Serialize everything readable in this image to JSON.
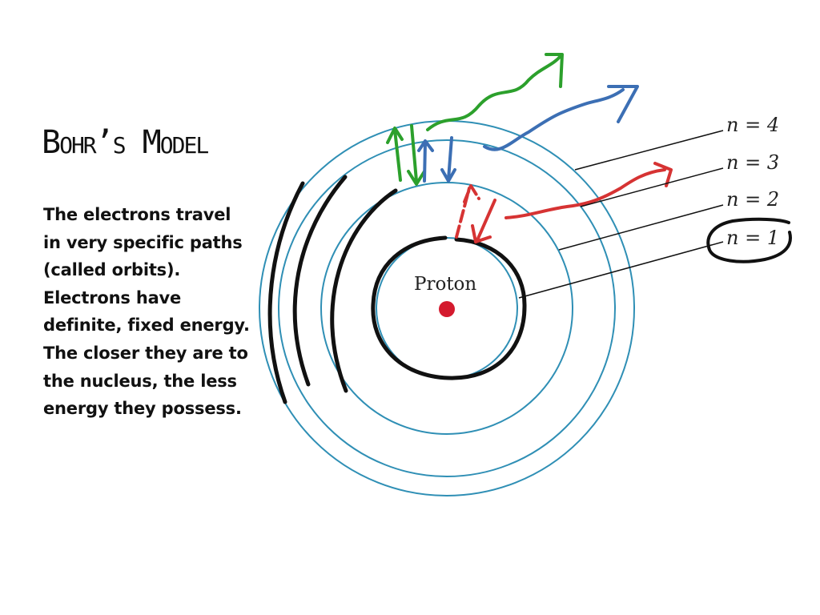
{
  "slide": {
    "title": "Bohr’s Model",
    "body": "The electrons travel in very specific paths (called orbits). Electrons have definite, fixed energy. The closer they are to the nucleus, the less energy they possess."
  },
  "diagram": {
    "nucleus_label": "Proton",
    "orbits": [
      {
        "label": "n = 4"
      },
      {
        "label": "n = 3"
      },
      {
        "label": "n = 2"
      },
      {
        "label": "n = 1"
      }
    ],
    "colors": {
      "orbit": "#2f8fb5",
      "proton": "#d41a2e",
      "marker_black": "#111111",
      "marker_green": "#2ca02c",
      "marker_blue": "#3c6fb4",
      "marker_red": "#d63333"
    }
  }
}
